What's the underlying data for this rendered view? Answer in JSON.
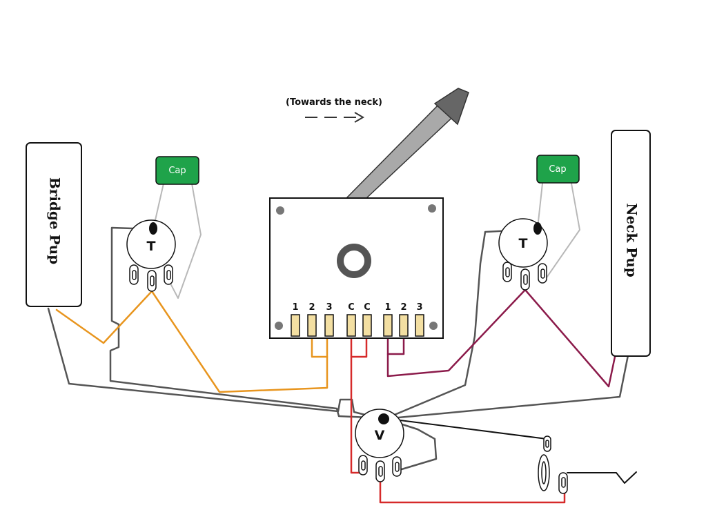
{
  "annotation": {
    "direction_text": "(Towards the neck)"
  },
  "pickups": {
    "bridge_label": "Bridge Pup",
    "neck_label": "Neck Pup"
  },
  "pots": {
    "tone_bridge_label": "T",
    "tone_neck_label": "T",
    "volume_label": "V"
  },
  "caps": {
    "bridge_cap_label": "Cap",
    "neck_cap_label": "Cap"
  },
  "switch": {
    "lugs": [
      "1",
      "2",
      "3",
      "C",
      "C",
      "1",
      "2",
      "3"
    ]
  },
  "colors": {
    "orange_wire": "#e8951e",
    "maroon_wire": "#8b1a4a",
    "red_wire": "#d62a2a",
    "gray_wire": "#555555",
    "light_gray_wire": "#b8b8b8",
    "black_wire": "#111111",
    "cap_green": "#1fa34a",
    "lug_fill": "#f3dfa2",
    "lever_gray": "#a9a9a9"
  }
}
